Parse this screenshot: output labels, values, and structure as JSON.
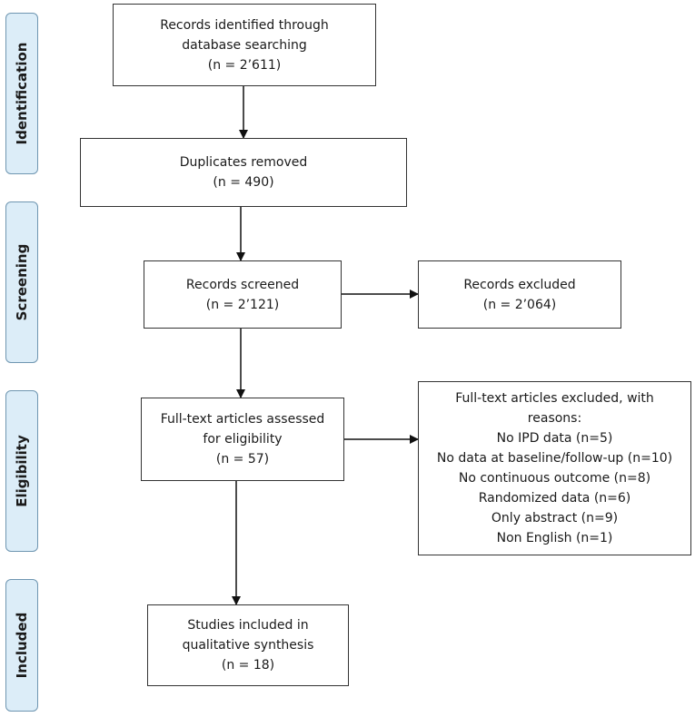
{
  "stages": {
    "identification": "Identification",
    "screening": "Screening",
    "eligibility": "Eligibility",
    "included": "Included"
  },
  "boxes": {
    "identified": {
      "line1": "Records identified through",
      "line2": "database searching",
      "count": "(n = 2’611)"
    },
    "duplicates": {
      "line1": "Duplicates removed",
      "count": "(n = 490)"
    },
    "screened": {
      "line1": "Records screened",
      "count": "(n = 2’121)"
    },
    "excluded": {
      "line1": "Records excluded",
      "count": "(n = 2’064)"
    },
    "fulltext": {
      "line1": "Full-text articles assessed",
      "line2": "for eligibility",
      "count": "(n = 57)"
    },
    "fulltext_excluded": {
      "line1": "Full-text articles excluded, with",
      "line2": "reasons:",
      "reasons": [
        "No IPD data (n=5)",
        "No data at baseline/follow-up (n=10)",
        "No continuous outcome (n=8)",
        "Randomized data (n=6)",
        "Only abstract (n=9)",
        "Non English (n=1)"
      ]
    },
    "included": {
      "line1": "Studies included in",
      "line2": "qualitative synthesis",
      "count": "(n = 18)"
    }
  }
}
